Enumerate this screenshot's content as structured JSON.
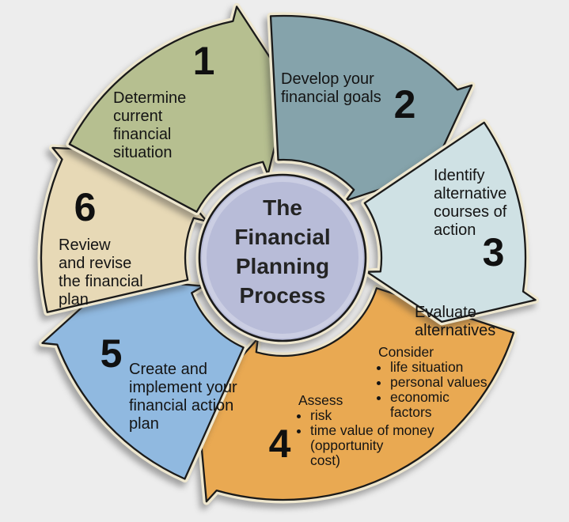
{
  "background": "#ededed",
  "outline_color": "#1a1a1a",
  "edge_highlight_color": "#eee7cf",
  "center": {
    "label": "The\nFinancial\nPlanning\nProcess",
    "fill": "#b8bcd8"
  },
  "steps": [
    {
      "number": "1",
      "label": "Determine\ncurrent\nfinancial\nsituation",
      "color": "#b6bf90"
    },
    {
      "number": "2",
      "label": "Develop your\nfinancial goals",
      "color": "#85a3ab"
    },
    {
      "number": "3",
      "label": "Identify\nalternative\ncourses of\naction",
      "color": "#cfe1e4"
    },
    {
      "number": "4",
      "label": "Evaluate\nalternatives",
      "color": "#e9a952",
      "sublists": [
        {
          "heading": "Consider",
          "items": [
            "life situation",
            "personal values",
            "economic\nfactors"
          ]
        },
        {
          "heading": "Assess",
          "items": [
            "risk",
            "time value of money\n(opportunity\ncost)"
          ]
        }
      ]
    },
    {
      "number": "5",
      "label": "Create and\nimplement your\nfinancial action\nplan",
      "color": "#90b9e0"
    },
    {
      "number": "6",
      "label": "Review\nand revise\nthe financial\nplan",
      "color": "#e7d9b6"
    }
  ]
}
